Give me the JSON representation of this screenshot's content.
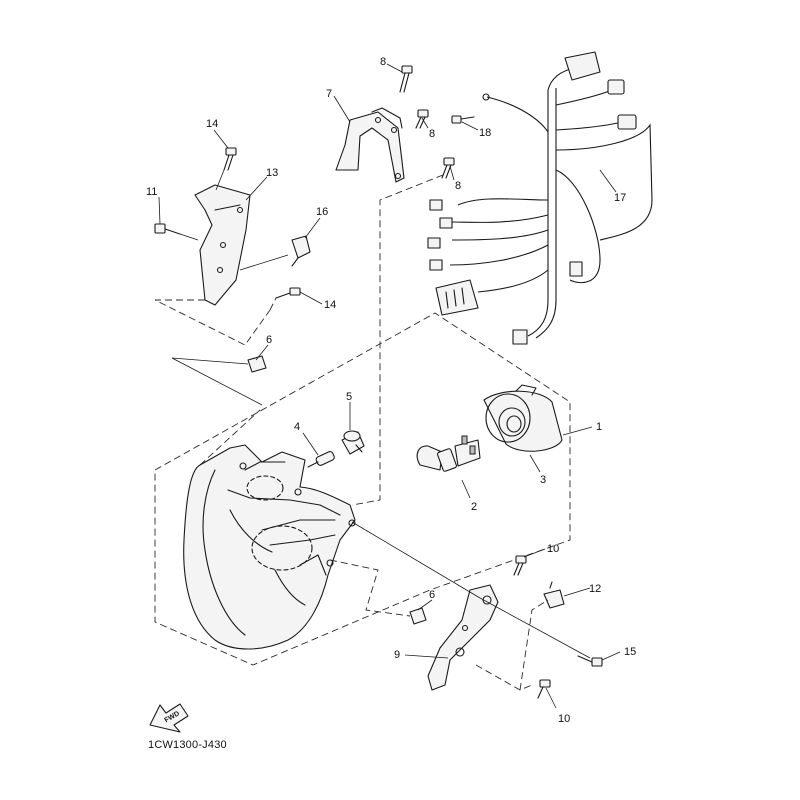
{
  "diagram": {
    "drawing_code": "1CW1300-J430",
    "fwd_label": "FWD",
    "callouts": {
      "c1": "1",
      "c2": "2",
      "c3": "3",
      "c4": "4",
      "c5": "5",
      "c6a": "6",
      "c6b": "6",
      "c7": "7",
      "c8a": "8",
      "c8b": "8",
      "c8c": "8",
      "c9": "9",
      "c10a": "10",
      "c10b": "10",
      "c11": "11",
      "c12": "12",
      "c13": "13",
      "c14a": "14",
      "c14b": "14",
      "c15": "15",
      "c16": "16",
      "c17": "17",
      "c18": "18"
    }
  }
}
